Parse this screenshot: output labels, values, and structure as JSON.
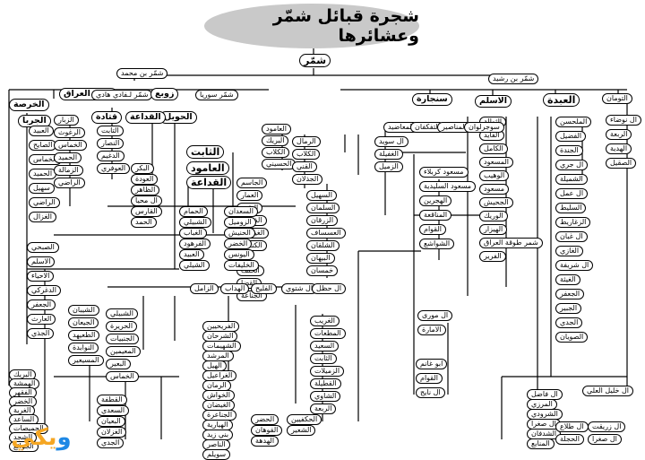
{
  "title": "شجرة قبائل شمّر وعشائرها",
  "nodes": {
    "root": "شمّر",
    "shammar_bin_mohammad": "شمّر بن محمد",
    "shammar_bin_rashid": "شمّر بن رشيد",
    "shammar_iraq": "شمّر العراق",
    "shammar_syria": "شمّر سوريا",
    "zowba": "زوبع",
    "shammar_hadi": "شمّر لـفادي هادي",
    "sinjara": "سنجارة",
    "aslam": "الاسلم",
    "abda": "العبدة",
    "tuman": "التومان",
    "khursa": "الخرصة",
    "jarba": "الجربا",
    "huthayl": "الحويل",
    "qadaa": "القداعة",
    "qatada": "قتادة",
    "thabit": "الثابت",
    "amud": "العامود",
    "qadaa2": "القداعة"
  },
  "columns": {
    "col_abda": [
      "العبيد",
      "الصايح",
      "الخماس",
      "الحميد",
      "سهيل",
      "الراضي",
      "الغزال"
    ],
    "col_zowba1": [
      "الزبار",
      "الرغوث",
      "الخماس",
      "الحميد",
      "الزمالة",
      "الراضي"
    ],
    "col_qatada": [
      "التابت",
      "النصار",
      "الدغيم",
      "العوفري"
    ],
    "col_thabit": [
      "البكر",
      "العودة",
      "الظاهر",
      "ال محيا",
      "القارس",
      "الحمد"
    ],
    "col_amud": [
      "العامود",
      "البريك",
      "الكلاب",
      "الحسيني"
    ],
    "col_sweid": [
      "ال سويد",
      "الغفيلة",
      "الزميل"
    ],
    "col_rimal": [
      "الرمال",
      "الكلاب",
      "القني",
      "الجذلان"
    ],
    "col_jasim": [
      "الجاسم",
      "العمار",
      "البقعة",
      "الذهارة",
      "الغيسان",
      "الكنعان"
    ],
    "col_khalaf": [
      "الخلف",
      "القضا",
      "الجناعة"
    ],
    "col_suhail": [
      "السهيل",
      "السلمان",
      "الزرقان",
      "العسساف",
      "الشلقان",
      "البيهان",
      "خمسان"
    ],
    "col_masoud": [
      "مسعود كربلاء",
      "مسعود السليدية",
      "الهجرين",
      "المناقعة",
      "القوام",
      "الشواشع"
    ],
    "col_aslam": [
      "الثوالة",
      "الفايد",
      "الكامل",
      "المسعود",
      "الوهيب",
      "مسعود",
      "الجحيش",
      "الوريك",
      "الهيزار",
      "شمر طوقة العراق",
      "الفرير"
    ],
    "col_aslam_sub": [
      "المعاضيد",
      "التفكفان",
      "المناصير",
      "سوجرلوان"
    ],
    "col_abda_r": [
      "الملحسن",
      "الفضيل",
      "الجندة",
      "ال جري",
      "الشميلة",
      "ال عمل",
      "السليط",
      "الزغاريط",
      "ال غبان",
      "الغازي",
      "ال شريفة",
      "الغيثة",
      "الجعفر",
      "الجبير",
      "الجدي",
      "الصويان"
    ],
    "col_tuman": [
      "ال نوضاء",
      "الربعة",
      "الهدية",
      "الصقيل"
    ],
    "col_middle": [
      "الحمام",
      "السعدان",
      "الشبيلي",
      "الزوميل",
      "الغباب",
      "الحنيش",
      "الفرهود",
      "الخضر",
      "العبيد",
      "اليونس",
      "الشيلي",
      "الخليفات"
    ],
    "col_bottom_left": [
      "الصبحي",
      "الاسلم",
      "الاحياء",
      "الدغركي",
      "الجعفر",
      "العارث",
      "الجذي"
    ],
    "col_bottom_mid": [
      "الشبيلي",
      "الحريرة",
      "الجنبيات",
      "المعيمين",
      "البعير",
      "الخماس"
    ],
    "col_mid2": [
      "الشيبان",
      "الجيعان",
      "الطعيهد",
      "النوابدة",
      "المسيعير"
    ],
    "col_gharib": [
      "الغريب",
      "المطعات",
      "السعيد",
      "الثابت",
      "الزميلات",
      "القطيلة",
      "الشاوي",
      "الربعة"
    ],
    "col_bottom3": [
      "الفريحيين",
      "الشرحان",
      "الشهيمات",
      "المرشد",
      "الهيل",
      "الغراعيل",
      "الرمان",
      "الخواش",
      "الغيضان",
      "الجناعرة",
      "الهيارية",
      "بني زيد",
      "الناصر",
      "سويلم"
    ],
    "col_hawar": [
      "ال مورى",
      "الامارة"
    ],
    "col_bu": [
      "ابو غانم",
      "القوام",
      "ال نايج"
    ],
    "col_far_right": [
      "ال فاضل",
      "المرزي",
      "الشرودي",
      "ال صغرا",
      "الشدفان",
      "المنابع"
    ],
    "col_eli": [
      "ال خليل العلي"
    ],
    "col_bottom_left2": [
      "البريك",
      "الهمشة",
      "الفقهر",
      "الخضر",
      "الغرية",
      "الساعد",
      "الحميصات",
      "الشجد",
      "الجوائع"
    ],
    "col_bottom_left3": [
      "القطفة",
      "السعدي",
      "البعيان",
      "الغزلان",
      "الجدي"
    ],
    "bottom_right_pair": [
      "ال طلاع",
      "ال زريقت",
      "الحجلة",
      "ال صغرا"
    ],
    "misc_mid": [
      "الزامل",
      "الهداب",
      "الفليح",
      "ال شتوي",
      "ال حظل"
    ],
    "misc_bottom": [
      "الحضر",
      "الحكفيين",
      "القوهان",
      "الشعير",
      "الهدهة"
    ]
  }
}
